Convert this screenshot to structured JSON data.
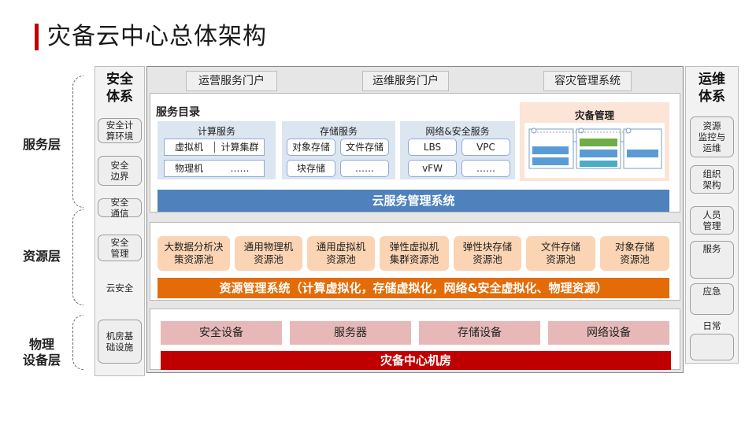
{
  "title": "灾备云中心总体架构",
  "layers": {
    "service": "服务层",
    "resource": "资源层",
    "physical_line1": "物理",
    "physical_line2": "设备层"
  },
  "security": {
    "title_line1": "安全",
    "title_line2": "体系",
    "items": [
      {
        "line1": "安全计",
        "line2": "算环境"
      },
      {
        "line1": "安全",
        "line2": "边界"
      },
      {
        "line1": "安全",
        "line2": "通信"
      },
      {
        "line1": "安全",
        "line2": "管理"
      },
      {
        "line1": "云安全",
        "line2": ""
      },
      {
        "line1": "机房基",
        "line2": "础设施"
      }
    ]
  },
  "ops": {
    "title_line1": "运维",
    "title_line2": "体系",
    "items": [
      {
        "line1": "资源",
        "line2": "监控与",
        "line3": "运维"
      },
      {
        "line1": "组织",
        "line2": "架构",
        "line3": ""
      },
      {
        "line1": "人员",
        "line2": "管理",
        "line3": ""
      },
      {
        "line1": "服务",
        "line2": "",
        "line3": ""
      },
      {
        "line1": "应急",
        "line2": "",
        "line3": ""
      },
      {
        "line1": "日常",
        "line2": "",
        "line3": ""
      }
    ]
  },
  "portals": [
    "运营服务门户",
    "运维服务门户",
    "容灾管理系统"
  ],
  "catalog": {
    "title": "服务目录",
    "compute": {
      "title": "计算服务",
      "items": [
        "虚拟机",
        "计算集群",
        "物理机",
        "……"
      ]
    },
    "storage": {
      "title": "存储服务",
      "items": [
        "对象存储",
        "文件存储",
        "块存储",
        "……"
      ]
    },
    "network": {
      "title": "网络&安全服务",
      "items": [
        "LBS",
        "VPC",
        "vFW",
        "……"
      ]
    }
  },
  "disaster_recovery": {
    "title": "灾备管理"
  },
  "cloud_mgmt": "云服务管理系统",
  "pools": [
    {
      "line1": "大数据分析决",
      "line2": "策资源池"
    },
    {
      "line1": "通用物理机",
      "line2": "资源池"
    },
    {
      "line1": "通用虚拟机",
      "line2": "资源池"
    },
    {
      "line1": "弹性虚拟机",
      "line2": "集群资源池"
    },
    {
      "line1": "弹性块存储",
      "line2": "资源池"
    },
    {
      "line1": "文件存储",
      "line2": "资源池"
    },
    {
      "line1": "对象存储",
      "line2": "资源池"
    }
  ],
  "resource_mgmt": "资源管理系统（计算虚拟化，存储虚拟化，网络&安全虚拟化、物理资源）",
  "equipment": [
    "安全设备",
    "服务器",
    "存储设备",
    "网络设备"
  ],
  "datacenter": "灾备中心机房",
  "colors": {
    "accent_red": "#c00000",
    "blue_bar": "#4f81bd",
    "orange_bar": "#e36c09",
    "pool_fill": "#fbd4b4",
    "equip_fill": "#e6b9b8",
    "service_fill": "#dce6f1"
  }
}
